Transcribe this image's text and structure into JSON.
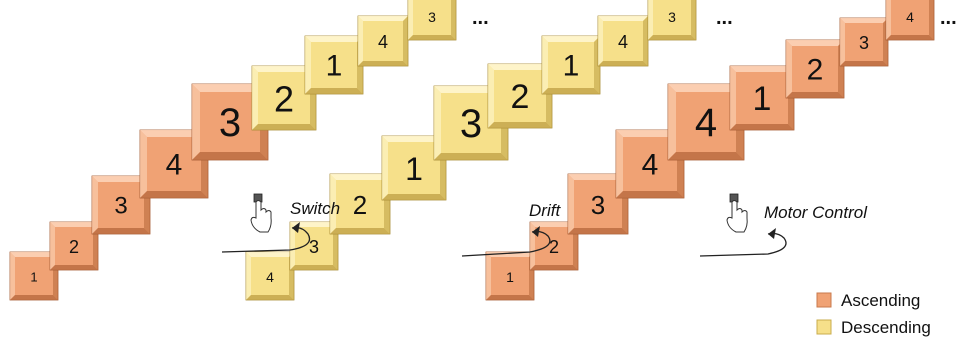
{
  "colors": {
    "ascending": "#f0a274",
    "descending": "#f6e08a"
  },
  "staircases": [
    {
      "label": "Switch",
      "ellipsis": "...",
      "steps": [
        {
          "value": "1",
          "type": "ascending"
        },
        {
          "value": "2",
          "type": "ascending"
        },
        {
          "value": "3",
          "type": "ascending"
        },
        {
          "value": "4",
          "type": "ascending"
        },
        {
          "value": "3",
          "type": "ascending"
        },
        {
          "value": "2",
          "type": "descending"
        },
        {
          "value": "1",
          "type": "descending"
        },
        {
          "value": "4",
          "type": "descending"
        },
        {
          "value": "3",
          "type": "descending"
        }
      ]
    },
    {
      "label": "Drift",
      "ellipsis": "...",
      "steps": [
        {
          "value": "4",
          "type": "descending"
        },
        {
          "value": "3",
          "type": "descending"
        },
        {
          "value": "2",
          "type": "descending"
        },
        {
          "value": "1",
          "type": "descending"
        },
        {
          "value": "3",
          "type": "descending"
        },
        {
          "value": "2",
          "type": "descending"
        },
        {
          "value": "1",
          "type": "descending"
        },
        {
          "value": "4",
          "type": "descending"
        },
        {
          "value": "3",
          "type": "descending"
        }
      ]
    },
    {
      "label": "Motor Control",
      "ellipsis": "...",
      "steps": [
        {
          "value": "1",
          "type": "ascending"
        },
        {
          "value": "2",
          "type": "ascending"
        },
        {
          "value": "3",
          "type": "ascending"
        },
        {
          "value": "4",
          "type": "ascending"
        },
        {
          "value": "4",
          "type": "ascending"
        },
        {
          "value": "1",
          "type": "ascending"
        },
        {
          "value": "2",
          "type": "ascending"
        },
        {
          "value": "3",
          "type": "ascending"
        },
        {
          "value": "4",
          "type": "ascending"
        }
      ]
    }
  ],
  "legend": {
    "ascending": "Ascending",
    "descending": "Descending"
  }
}
